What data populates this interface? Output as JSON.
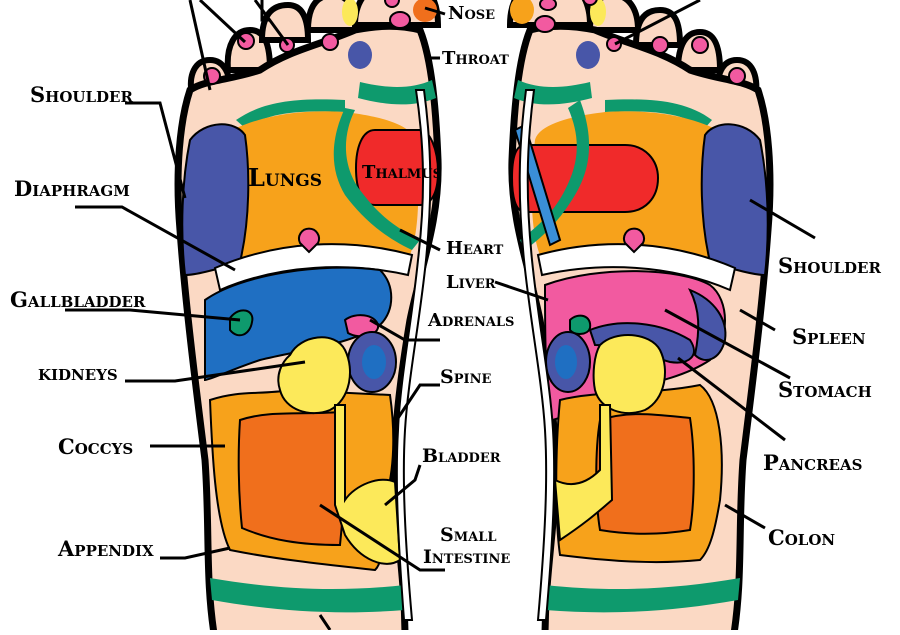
{
  "colors": {
    "skin": "#fbd9c4",
    "outline": "#000000",
    "green": "#0e9a6d",
    "orange": "#f7a21b",
    "dark_orange": "#f06f1c",
    "blue": "#4856a8",
    "royal_blue": "#1f6fc2",
    "red": "#f02a2a",
    "pink": "#f25aa0",
    "yellow": "#fce95a",
    "light_blue": "#3a8fd8"
  },
  "labels": {
    "nose": "Nose",
    "throat": "Throat",
    "shoulder_left": "Shoulder",
    "diaphragm": "Diaphragm",
    "gallbladder": "Gallbladder",
    "kidneys": "kidneys",
    "coccys": "Coccys",
    "appendix": "Appendix",
    "lungs": "Lungs",
    "thalmus": "Thalmus",
    "heart": "Heart",
    "liver": "Liver",
    "adrenals": "Adrenals",
    "spine": "Spine",
    "bladder": "Bladder",
    "small_intestine_1": "Small",
    "small_intestine_2": "Intestine",
    "shoulder_right": "Shoulder",
    "spleen": "Spleen",
    "stomach": "Stomach",
    "pancreas": "Pancreas",
    "colon": "Colon"
  }
}
